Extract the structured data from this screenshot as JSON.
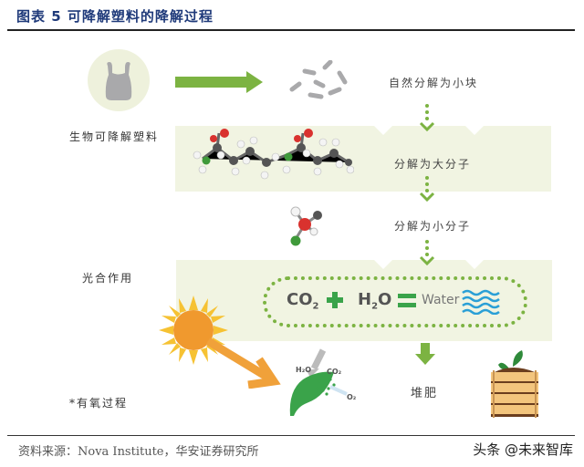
{
  "header": {
    "title": "图表 5  可降解塑料的降解过程"
  },
  "diagram": {
    "left_labels": {
      "bioplastic": "生物可降解塑料",
      "photosynthesis": "光合作用",
      "aerobic": "*有氧过程"
    },
    "steps": [
      {
        "label": "自然分解为小块"
      },
      {
        "label": "分解为大分子"
      },
      {
        "label": "分解为小分子"
      },
      {
        "label": "堆肥"
      }
    ],
    "formula": {
      "co2": "CO",
      "co2_sub": "2",
      "plus": "+",
      "h2o_h": "H",
      "h2o_sub": "2",
      "h2o_o": "O",
      "equals": "=",
      "water": "Water"
    },
    "leaf_labels": {
      "h2o": "H₂O",
      "co2": "CO₂",
      "o2": "O₂"
    },
    "icons": [
      "plastic-bag-icon",
      "plastic-fragments-icon",
      "polymer-molecule-icon",
      "small-molecule-icon",
      "sun-icon",
      "leaf-icon",
      "compost-crate-icon",
      "water-waves-icon"
    ],
    "colors": {
      "band": "#f1f4e2",
      "arrow_green": "#7cb342",
      "dot_green": "#7cb342",
      "sun": "#f0992e",
      "water": "#2a9fd6",
      "title": "#1f3a7a"
    }
  },
  "footer": {
    "source": "资料来源：Nova Institute，华安证券研究所",
    "watermark": "头条 @未来智库"
  }
}
